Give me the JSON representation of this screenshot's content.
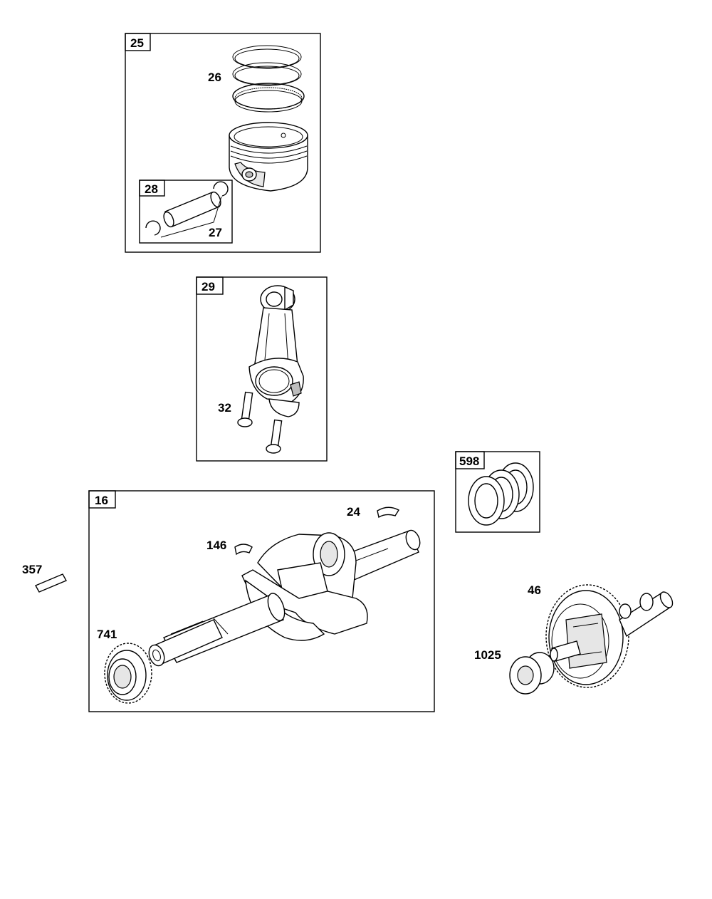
{
  "parts": {
    "p25": "25",
    "p26": "26",
    "p27": "27",
    "p28": "28",
    "p29": "29",
    "p32": "32",
    "p598": "598",
    "p16": "16",
    "p24": "24",
    "p146": "146",
    "p357": "357",
    "p741": "741",
    "p46": "46",
    "p1025": "1025"
  }
}
